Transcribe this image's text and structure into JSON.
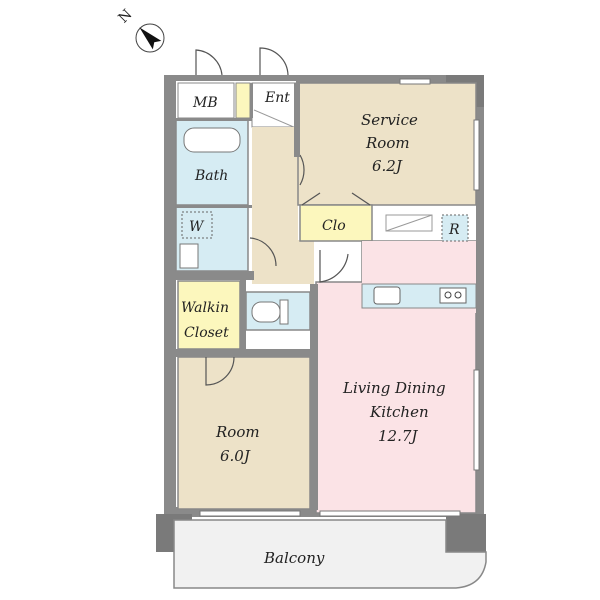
{
  "compass": {
    "north_label": "N"
  },
  "rooms": {
    "mb": {
      "label": "MB"
    },
    "ent": {
      "label": "Ent"
    },
    "service_room": {
      "name": "Service",
      "name2": "Room",
      "size": "6.2J"
    },
    "bath": {
      "label": "Bath"
    },
    "washroom": {
      "label": "W"
    },
    "closet": {
      "label": "Clo"
    },
    "fridge": {
      "label": "R"
    },
    "walkin_closet": {
      "line1": "Walkin",
      "line2": "Closet"
    },
    "ldk": {
      "line1": "Living Dining",
      "line2": "Kitchen",
      "size": "12.7J"
    },
    "room": {
      "name": "Room",
      "size": "6.0J"
    },
    "balcony": {
      "label": "Balcony"
    }
  },
  "colors": {
    "service_room_fill": "#ede2c8",
    "room_fill": "#ede2c8",
    "ldk_fill": "#fbe3e6",
    "wet_area_fill": "#d6ecf3",
    "walkin_closet_fill": "#fcf7bd",
    "hall_fill": "#ede2c8",
    "balcony_fill": "#f1f1f1",
    "wall": "#8a8a8a"
  }
}
